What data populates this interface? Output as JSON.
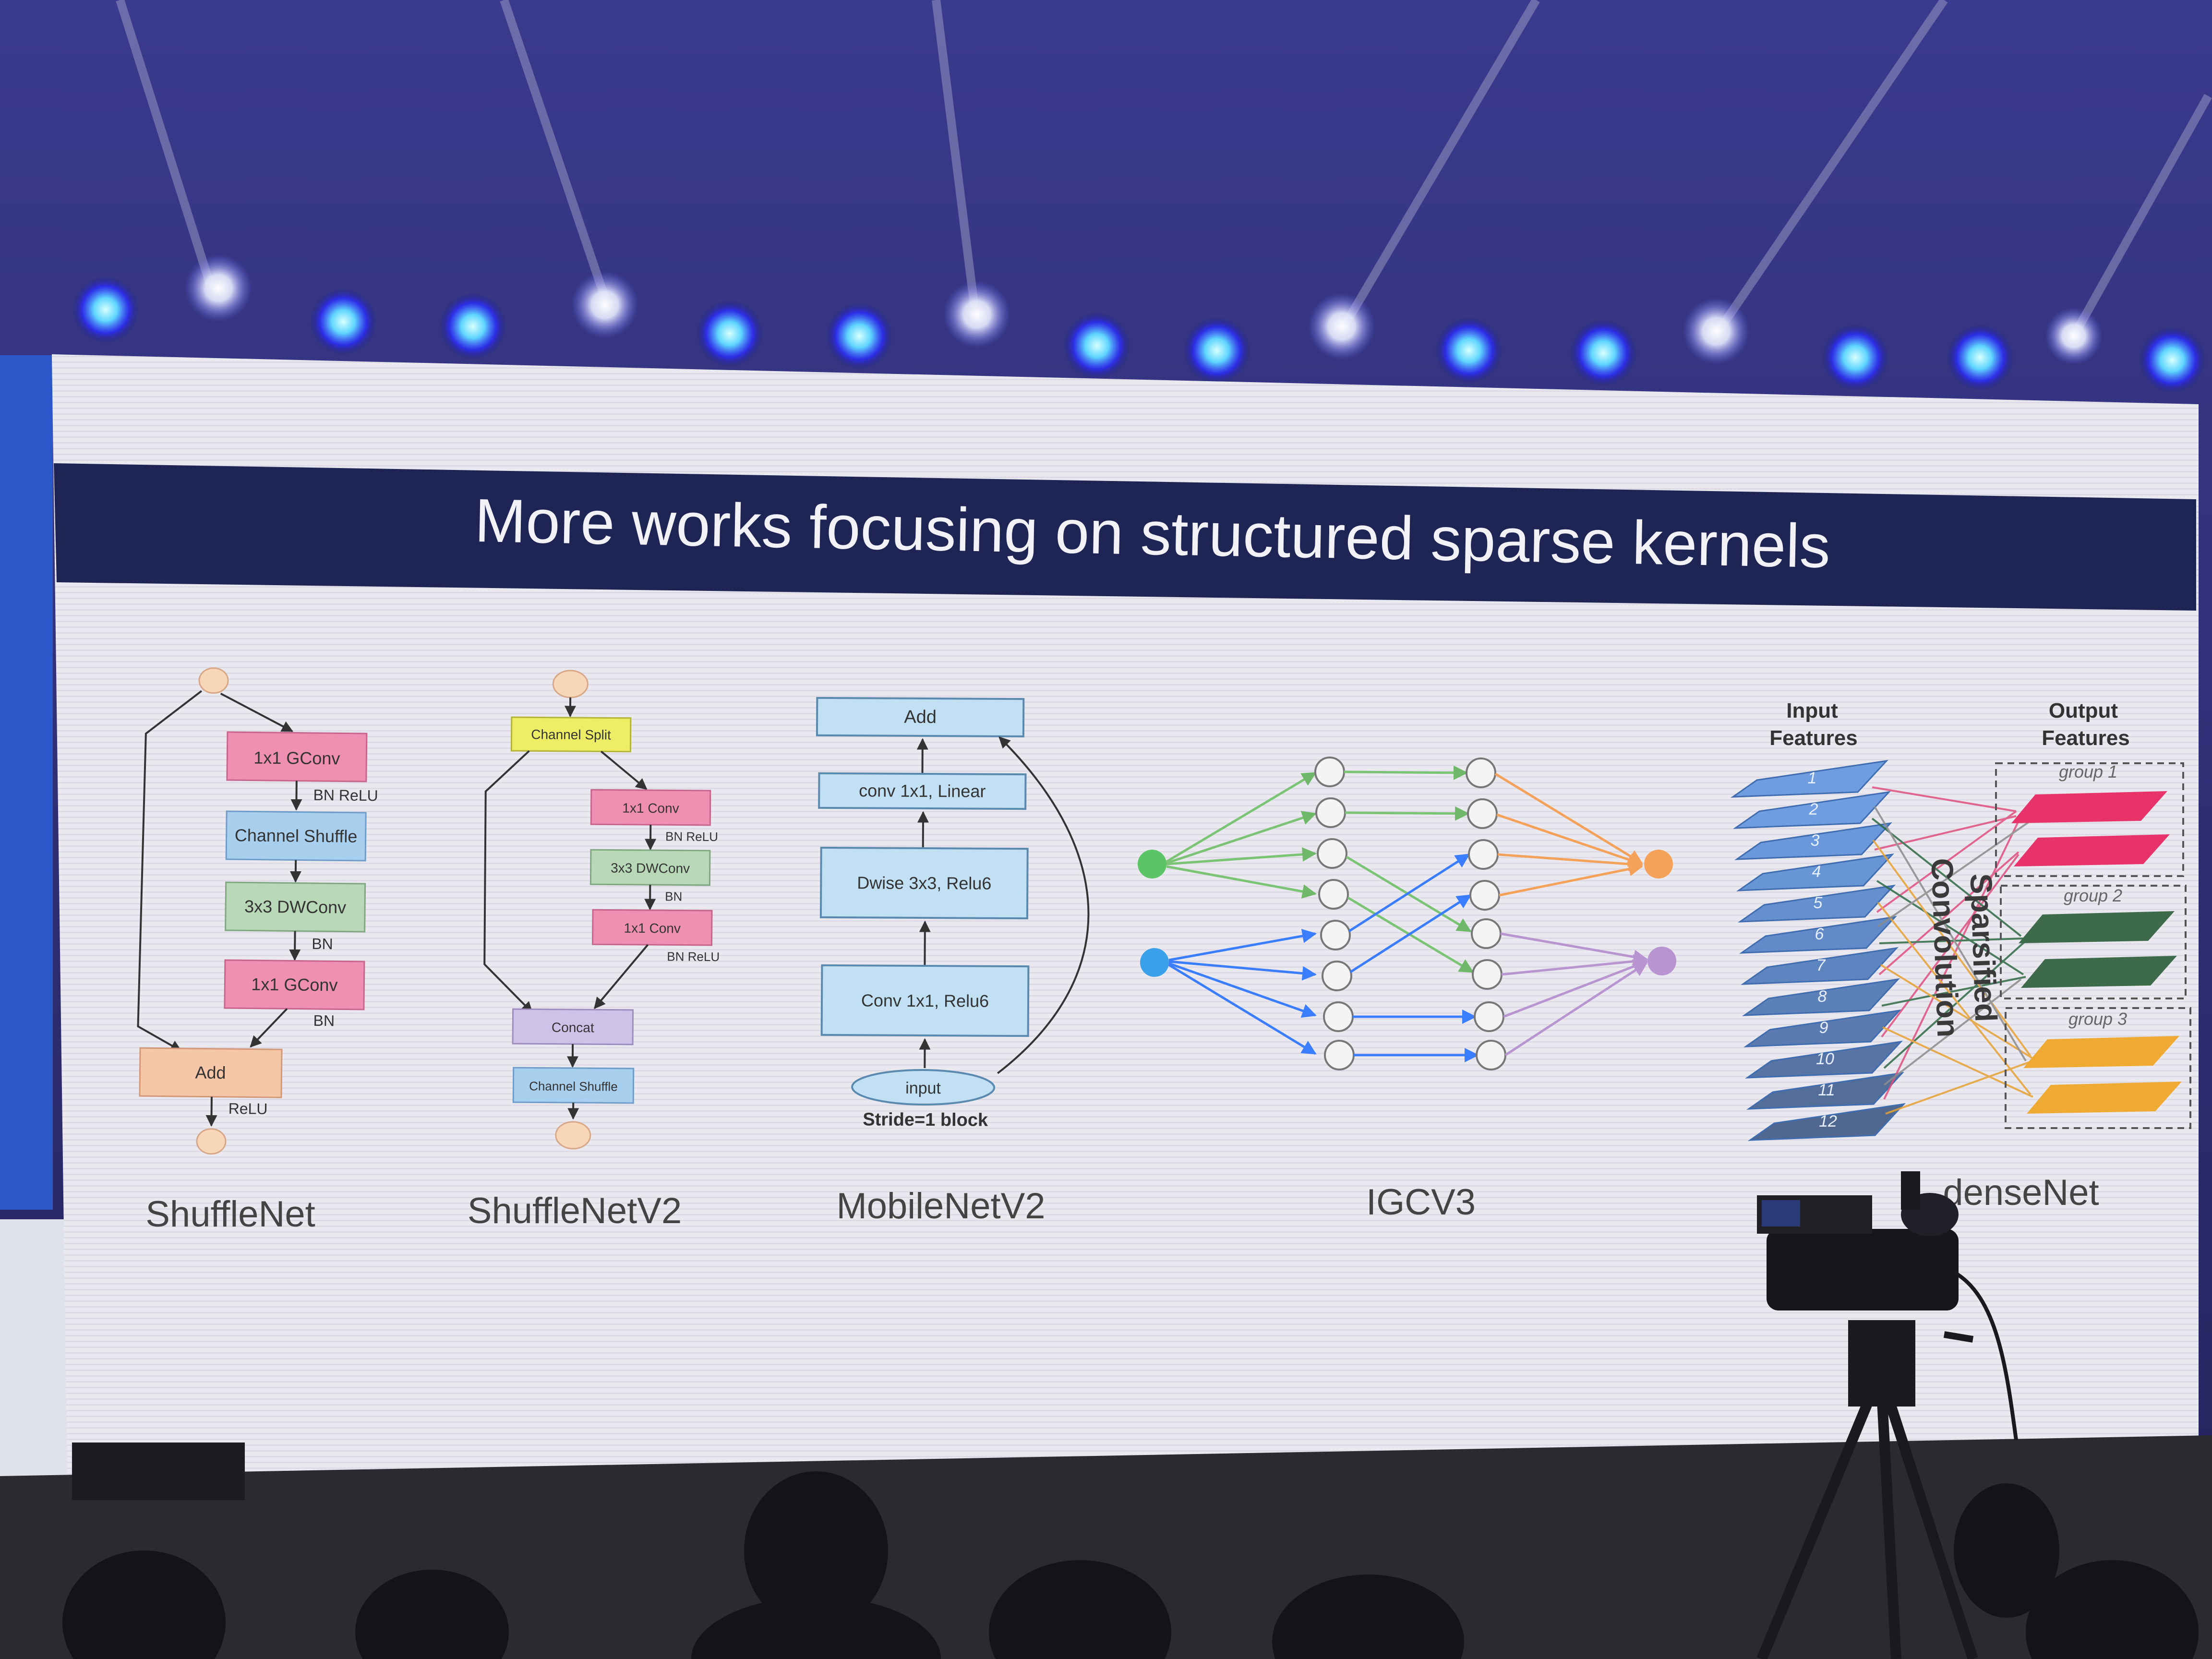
{
  "slide": {
    "title": "More works focusing on structured sparse kernels",
    "accent_colors": {
      "title_bar": "#1e2555",
      "pink_box": "#ef8fb2",
      "blue_box": "#a9cfee",
      "green_box": "#b8d8b8",
      "peach_box": "#f5c7a8",
      "yellow_box": "#eeee66",
      "purple_box": "#cfc2e8"
    },
    "captions": {
      "shufflenet": "ShuffleNet",
      "shufflenetv2": "ShuffleNetV2",
      "mobilenetv2": "MobileNetV2",
      "igcv3": "IGCV3",
      "condensenet": "denseNet"
    }
  },
  "shufflenet": {
    "gconv1": "1x1 GConv",
    "bn_relu": "BN ReLU",
    "shuffle": "Channel Shuffle",
    "dwconv": "3x3 DWConv",
    "bn1": "BN",
    "gconv2": "1x1 GConv",
    "bn2": "BN",
    "add": "Add",
    "relu": "ReLU"
  },
  "shufflenetv2": {
    "split": "Channel Split",
    "conv1": "1x1 Conv",
    "bn_relu1": "BN ReLU",
    "dwconv": "3x3 DWConv",
    "bn": "BN",
    "conv2": "1x1 Conv",
    "bn_relu2": "BN ReLU",
    "concat": "Concat",
    "shuffle": "Channel Shuffle"
  },
  "mobilenetv2": {
    "add": "Add",
    "linear": "conv 1x1, Linear",
    "dwise": "Dwise 3x3, Relu6",
    "conv": "Conv 1x1, Relu6",
    "input": "input",
    "stride": "Stride=1 block"
  },
  "condensenet": {
    "input_features": [
      "Input",
      "Features"
    ],
    "output_features": [
      "Output",
      "Features"
    ],
    "layer_numbers": [
      "1",
      "2",
      "3",
      "4",
      "5",
      "6",
      "7",
      "8",
      "9",
      "10",
      "11",
      "12"
    ],
    "groups": [
      "group 1",
      "group 2",
      "group 3"
    ],
    "sparsified": "Sparsified",
    "convolution": "Convolution"
  }
}
